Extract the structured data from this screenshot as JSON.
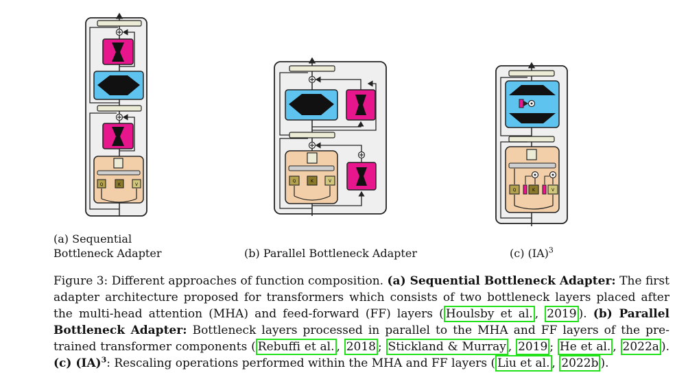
{
  "figure": {
    "panels": [
      {
        "id": "a",
        "caption_line1": "(a) Sequential",
        "caption_line2": "Bottleneck Adapter"
      },
      {
        "id": "b",
        "caption": "(b) Parallel Bottleneck Adapter"
      },
      {
        "id": "c",
        "caption_prefix": "(c) (IA)",
        "caption_sup": "3"
      }
    ],
    "qkv_labels": [
      "Q",
      "K",
      "V"
    ],
    "colors": {
      "adapter_pink": "#e8168c",
      "ff_blue": "#5ec3ee",
      "mha_peach": "#f2cfa8",
      "layer_bar": "#ecebd5",
      "qkv_olive": "#b5a24f",
      "frame_gray": "#efefef"
    }
  },
  "caption": {
    "fig_label": "Figure 3:",
    "intro": " Different approaches of function composition. ",
    "a_label": "(a) Sequential Bottleneck Adapter:",
    "a_text": " The first adapter architecture proposed for transformers which consists of two bottleneck layers placed after the multi-head attention (MHA) and feed-forward (FF) layers (",
    "ref_houlsby": "Houlsby et al.",
    "ref_houlsby_year": "2019",
    "a_end": "). ",
    "b_label": "(b) Parallel Bottleneck Adapter:",
    "b_text": " Bottleneck layers processed in parallel to the MHA and FF layers of the pre-trained transformer components (",
    "ref_rebuffi": "Rebuffi et al.",
    "ref_rebuffi_year": "2018",
    "ref_stickland": "Stickland & Murray",
    "ref_stickland_year": "2019",
    "ref_he": "He et al.",
    "ref_he_year": "2022a",
    "b_end": "). ",
    "c_label": "(c) (IA)",
    "c_sup": "3",
    "c_text": ": Rescaling operations performed within the MHA and FF layers (",
    "ref_liu": "Liu et al.",
    "ref_liu_year": "2022b",
    "c_end": ")."
  }
}
